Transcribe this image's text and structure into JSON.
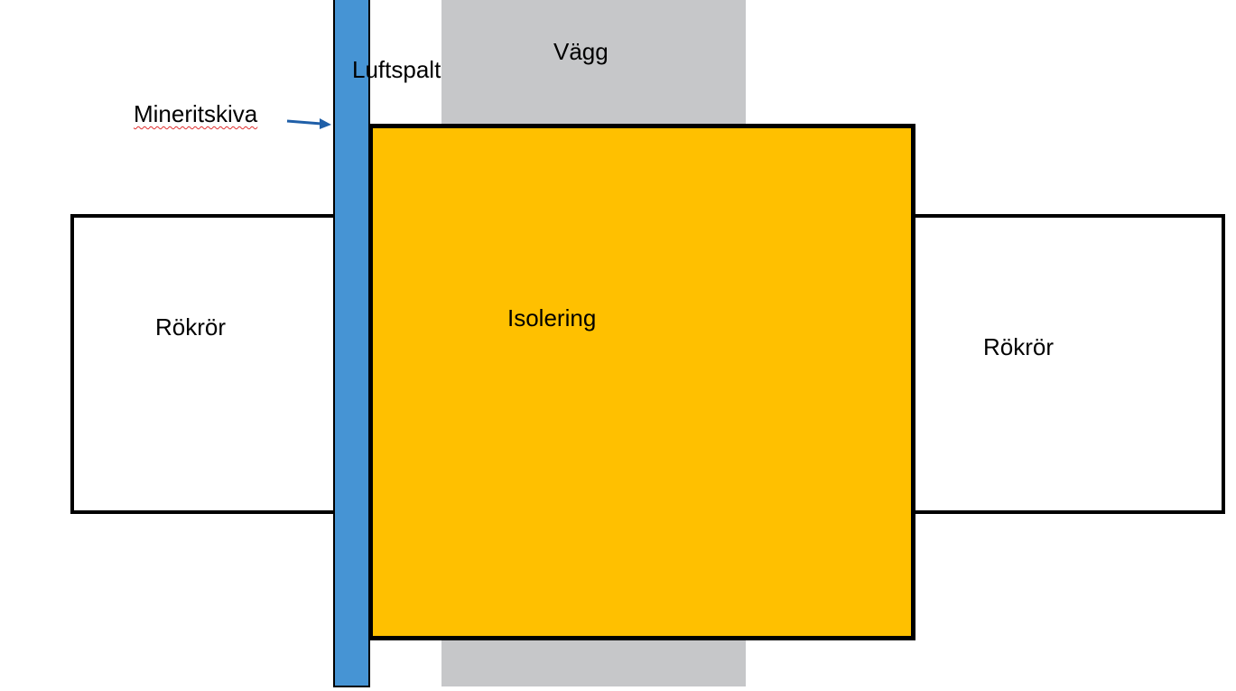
{
  "labels": {
    "wall": "Vägg",
    "air_gap": "Luftspalt",
    "board": "Mineritskiva",
    "insulation": "Isolering",
    "pipe_left": "Rökrör",
    "pipe_right": "Rökrör"
  },
  "colors": {
    "wall": "#c6c7c9",
    "board": "#4694d4",
    "insulation": "#ffc000",
    "arrow": "#1f5fa8"
  }
}
